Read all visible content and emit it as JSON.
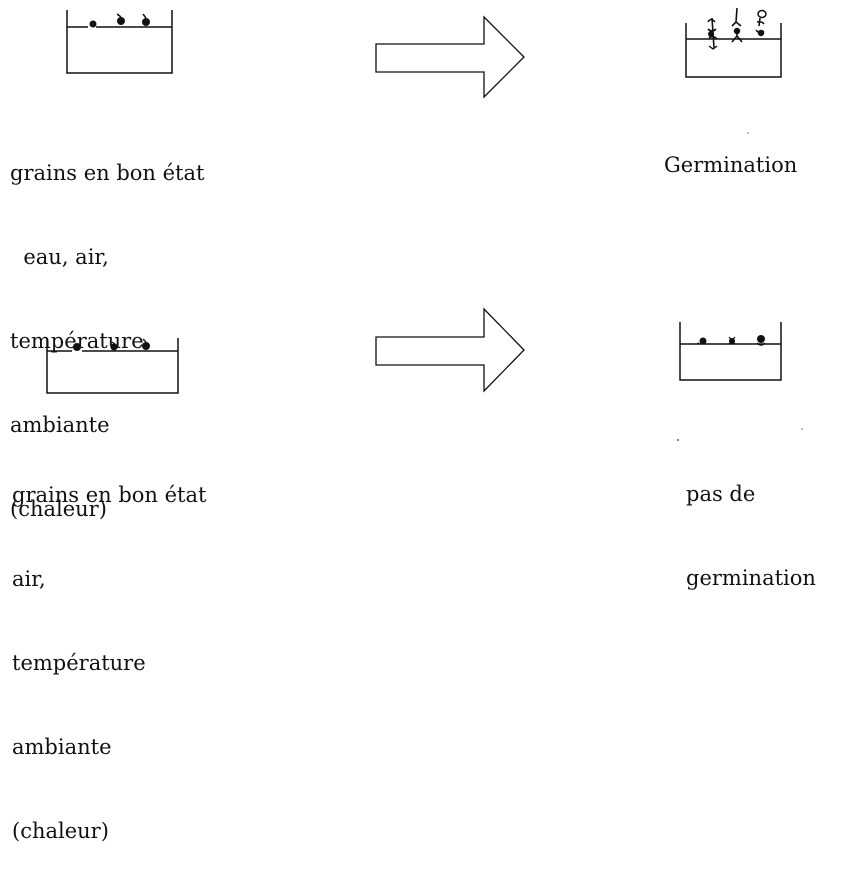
{
  "experiment_1": {
    "conditions": [
      "grains en bon état",
      "  eau, air,",
      "température",
      "ambiante",
      "(chaleur)"
    ],
    "result": "Germination"
  },
  "experiment_2": {
    "conditions": [
      "grains en bon état",
      "air,",
      "température",
      "ambiante",
      "(chaleur)"
    ],
    "result_lines": [
      "pas de",
      "germination"
    ]
  }
}
